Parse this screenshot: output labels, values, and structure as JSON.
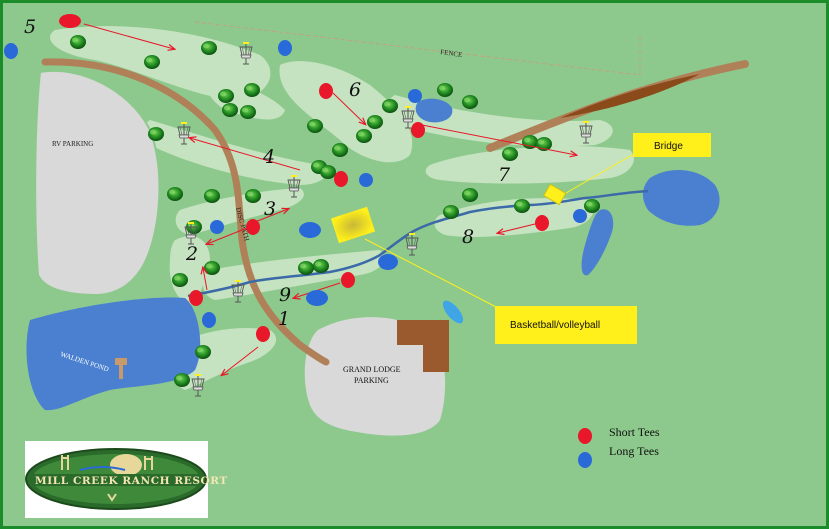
{
  "title": "Mill Creek Ranch Resort disc golf course map",
  "holes": [
    "1",
    "2",
    "3",
    "4",
    "5",
    "6",
    "7",
    "8",
    "9"
  ],
  "labels": {
    "fence": "FENCE",
    "rv_parking": "RV PARKING",
    "walden_pond": "WALDEN POND",
    "grand_lodge": "GRAND LODGE",
    "parking": "PARKING",
    "disc_path": "DISC PATH",
    "bridge": "Bridge",
    "basketball": "Basketball/volleyball"
  },
  "legend": {
    "short_tees": "Short Tees",
    "long_tees": "Long Tees"
  },
  "logo_text": "MILL CREEK RANCH RESORT",
  "colors": {
    "grass": "#8dc98d",
    "fairway": "#c5e3c0",
    "water": "#4a80cf",
    "path": "#b08158",
    "short_tee": "#e8172a",
    "long_tee": "#2a6ad8",
    "callout": "#ffef1a",
    "border": "#1a8d2a"
  }
}
